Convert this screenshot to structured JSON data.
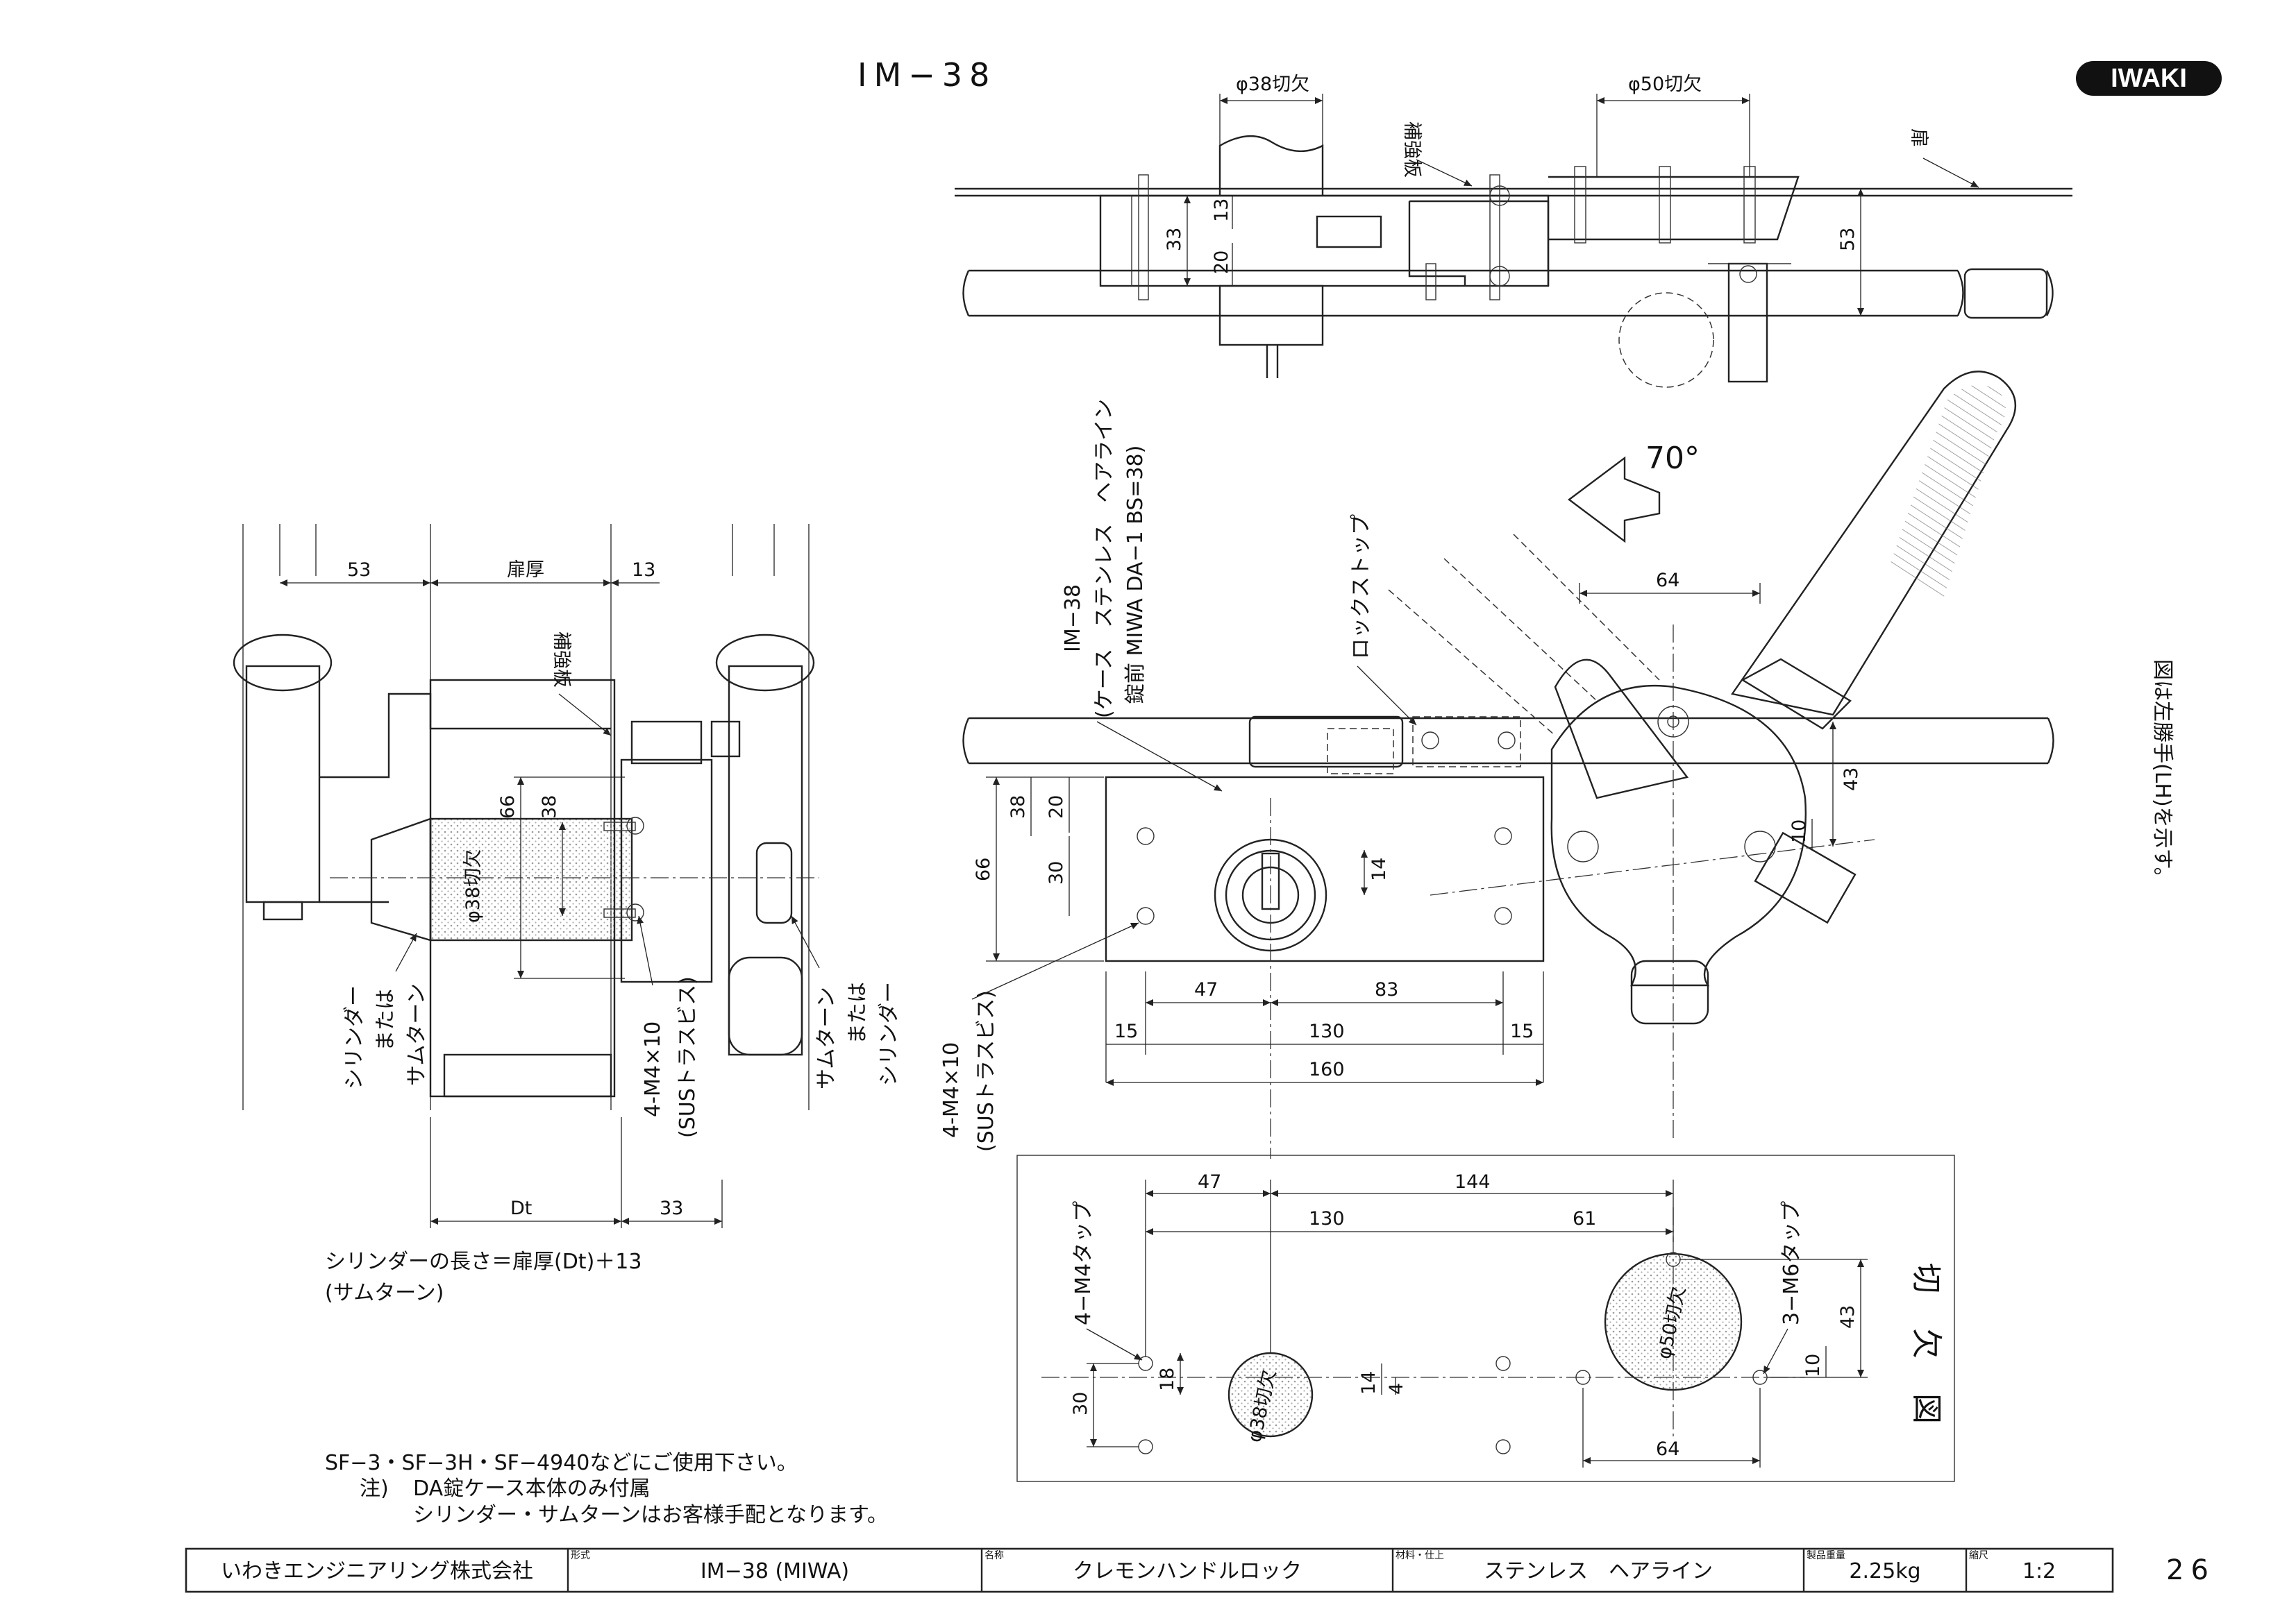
{
  "header": {
    "title": "IM−38",
    "brand": "IWAKI",
    "page_number": "26"
  },
  "top_view": {
    "cut38": "φ38切欠",
    "cut50": "φ50切欠",
    "reinforce": "補強板",
    "door": "扉",
    "d33": "33",
    "d13": "13",
    "d20": "20",
    "d53": "53"
  },
  "front_view": {
    "angle": "70°",
    "callout_model": "IM−38",
    "callout_case": "(ケース　ステンレス　ヘアライン",
    "callout_lock": "錠前 MIWA DA−1 BS=38)",
    "lockstop": "ロックストップ",
    "screws": "4-M4×10",
    "screws_type": "(SUSトラスビス)",
    "d64": "64",
    "d43": "43",
    "d10": "10",
    "d14": "14",
    "d66": "66",
    "d38": "38",
    "d30": "30",
    "d20": "20",
    "d47": "47",
    "d83": "83",
    "d15a": "15",
    "d130": "130",
    "d15b": "15",
    "d160": "160"
  },
  "side_view": {
    "d53": "53",
    "door_thickness": "扉厚",
    "d13": "13",
    "reinforce": "補強板",
    "d66": "66",
    "d38": "38",
    "cut38": "φ38切欠",
    "left_label": [
      "シリンダー",
      "または",
      "サムターン"
    ],
    "screws": "4-M4×10",
    "screws_type": "(SUSトラスビス)",
    "right_label": [
      "サムターン",
      "または",
      "シリンダー"
    ],
    "dt": "Dt",
    "d33": "33"
  },
  "cutout_view": {
    "d47": "47",
    "d144": "144",
    "d130": "130",
    "d61": "61",
    "tap_m4": "4−M4タップ",
    "tap_m6": "3−M6タップ",
    "d30": "30",
    "d18": "18",
    "d14a": "14",
    "d4": "4",
    "cut38": "φ38切欠",
    "cut50": "φ50切欠",
    "d64": "64",
    "d43": "43",
    "d10": "10",
    "label": "切 欠 図"
  },
  "side_note": "図は左勝手(LH)を示す。",
  "notes": {
    "cylinder_length": "シリンダーの長さ＝扉厚(Dt)＋13",
    "cylinder_length_sub": "(サムターン)",
    "usage": "SF−3・SF−3H・SF−4940などにご使用下さい。",
    "note_prefix": "注)",
    "note1": "DA錠ケース本体のみ付属",
    "note2": "シリンダー・サムターンはお客様手配となります。"
  },
  "title_block": {
    "company": "いわきエンジニアリング株式会社",
    "model_caption": "形式",
    "model": "IM−38 (MIWA)",
    "name_caption": "名称",
    "name": "クレモンハンドルロック",
    "material_caption": "材料・仕上",
    "material": "ステンレス　ヘアライン",
    "weight_caption": "製品重量",
    "weight": "2.25kg",
    "scale_caption": "縮尺",
    "scale": "1:2"
  },
  "colors": {
    "line": "#222222",
    "brand_bg": "#111111",
    "brand_fg": "#ffffff",
    "stipple": "#bbbbbb"
  }
}
